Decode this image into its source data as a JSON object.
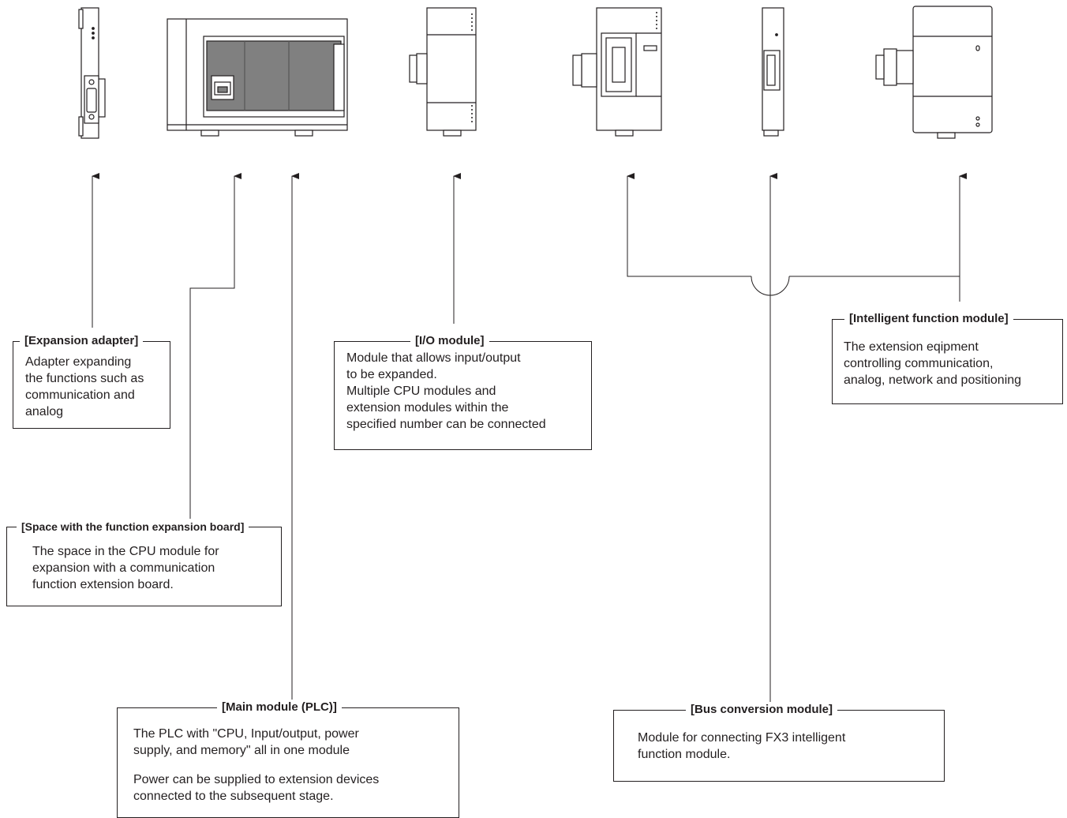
{
  "callouts": {
    "expansion_adapter": {
      "title": "[Expansion adapter]",
      "text": "Adapter expanding\nthe functions such as\ncommunication and\nanalog"
    },
    "io_module": {
      "title": "[I/O module]",
      "text": "Module that allows input/output\nto be expanded.\nMultiple CPU modules and\nextension modules within the\nspecified number can be connected"
    },
    "intelligent_function_module": {
      "title": "[Intelligent function module]",
      "text": "The extension eqipment\ncontrolling communication,\nanalog, network and positioning"
    },
    "function_expansion_board_space": {
      "title": "[Space with the function expansion board]",
      "text": "The space in the CPU module for\nexpansion with a communication\nfunction extension board."
    },
    "main_module": {
      "title": "[Main module (PLC)]",
      "text1": "The PLC with \"CPU, Input/output, power\nsupply, and memory\" all in one module",
      "text2": "Power can be supplied to extension devices\nconnected to the subsequent stage."
    },
    "bus_conversion_module": {
      "title": "[Bus conversion module]",
      "text": "Module for connecting FX3 intelligent\nfunction module."
    }
  },
  "devices": [
    "expansion-adapter",
    "main-module-plc",
    "io-module",
    "intelligent-function-module-connector",
    "bus-conversion-module",
    "intelligent-function-module-large"
  ],
  "colors": {
    "line": "#231f20",
    "panel": "#808080",
    "device_fill": "#ffffff"
  }
}
